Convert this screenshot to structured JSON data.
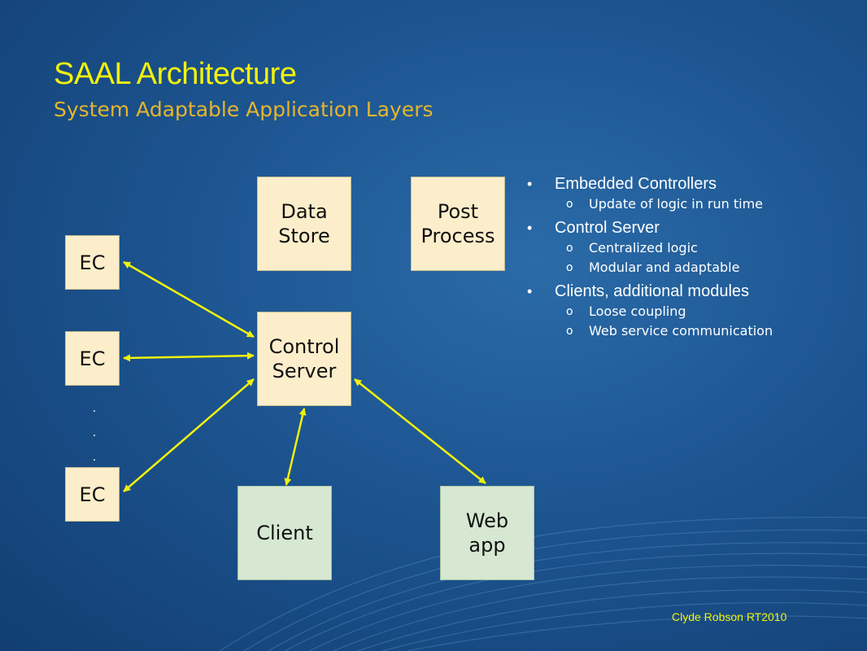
{
  "slide": {
    "title": "SAAL Architecture",
    "subtitle": "System Adaptable Application Layers",
    "credit": "Clyde Robson  RT2010"
  },
  "diagram": {
    "nodes": {
      "data_store": "Data\nStore",
      "post_process": "Post\nProcess",
      "control_server": "Control\nServer",
      "ec_1": "EC",
      "ec_2": "EC",
      "ec_3": "EC",
      "client": "Client",
      "web_app": "Web\napp"
    },
    "ellipsis": ".\n.\n.",
    "edges": [
      {
        "from": "ec_1",
        "to": "control_server",
        "bidirectional": true
      },
      {
        "from": "ec_2",
        "to": "control_server",
        "bidirectional": true
      },
      {
        "from": "ec_3",
        "to": "control_server",
        "bidirectional": true
      },
      {
        "from": "client",
        "to": "control_server",
        "bidirectional": true
      },
      {
        "from": "web_app",
        "to": "control_server",
        "bidirectional": true
      }
    ],
    "colors": {
      "arrow": "#f2f20a",
      "component_box": "#fdeecb",
      "client_box": "#d6e8d2"
    }
  },
  "bullets": {
    "items": [
      {
        "text": "Embedded Controllers",
        "marker": "•",
        "sub": [
          {
            "text": "Update of logic in run time",
            "marker": "o"
          }
        ]
      },
      {
        "text": "Control Server",
        "marker": "•",
        "sub": [
          {
            "text": "Centralized logic",
            "marker": "o"
          },
          {
            "text": "Modular and adaptable",
            "marker": "o"
          }
        ]
      },
      {
        "text": "Clients, additional modules",
        "marker": "•",
        "sub": [
          {
            "text": "Loose coupling",
            "marker": "o"
          },
          {
            "text": "Web service communication",
            "marker": "o"
          }
        ]
      }
    ]
  }
}
